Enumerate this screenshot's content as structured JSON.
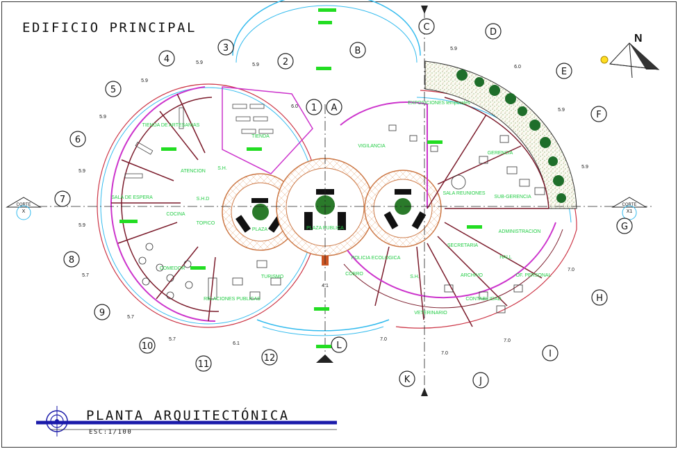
{
  "title": "EDIFICIO PRINCIPAL",
  "plan_title": "PLANTA ARQUITECTÓNICA",
  "scale": "ESC:1/100",
  "north": "N",
  "cortes": [
    {
      "label": "CORTE",
      "id": "X"
    },
    {
      "label": "CORTE",
      "id": "X1"
    }
  ],
  "axes": [
    "1",
    "2",
    "3",
    "4",
    "5",
    "6",
    "7",
    "8",
    "9",
    "10",
    "11",
    "12",
    "A",
    "B",
    "C",
    "D",
    "E",
    "F",
    "G",
    "H",
    "I",
    "J",
    "K",
    "L"
  ],
  "dimensions": [
    "5.9",
    "5.9",
    "5.9",
    "6.0",
    "5.9",
    "5.9",
    "5.9",
    "5.7",
    "5.7",
    "5.7",
    "6.1",
    "7.0",
    "7.0",
    "7.0",
    "7.0",
    "4.1",
    "5.9",
    "6.0",
    "5.9",
    "5.9"
  ],
  "rooms": [
    {
      "label": "TIENDA DE ARTESANIAS"
    },
    {
      "label": "TIENDA"
    },
    {
      "label": "ATENCION"
    },
    {
      "label": "S.H."
    },
    {
      "label": "S.H.D"
    },
    {
      "label": "TOPICO"
    },
    {
      "label": "COCINA"
    },
    {
      "label": "COMEDOR"
    },
    {
      "label": "SALA DE ESPERA"
    },
    {
      "label": "PLAZA"
    },
    {
      "label": "PLAZA PUBLICA"
    },
    {
      "label": "TURISMO"
    },
    {
      "label": "RELACIONES PUBLICAS"
    },
    {
      "label": "EXPOSICIONES temporales"
    },
    {
      "label": "VIGILANCIA"
    },
    {
      "label": "SALA REUNIONES"
    },
    {
      "label": "GERENCIA"
    },
    {
      "label": "SUB-GERENCIA"
    },
    {
      "label": "SECRETARIA"
    },
    {
      "label": "ADMINISTRACION"
    },
    {
      "label": "HALL"
    },
    {
      "label": "OF. PERSONAL"
    },
    {
      "label": "CONTABILIDAD"
    },
    {
      "label": "ARCHIVO"
    },
    {
      "label": "POLICIA ECOLOGICA"
    },
    {
      "label": "COBRO"
    },
    {
      "label": "VETERINARIO"
    },
    {
      "label": "S.H."
    }
  ],
  "colors": {
    "wall": "#7a1a2a",
    "wall_magenta": "#cc33cc",
    "axis": "#222222",
    "room_text": "#33dd33",
    "outline_red": "#cc3344",
    "outline_cyan": "#33bbee",
    "paving": "#cc7744",
    "garden": "#77aa44",
    "accent_blue": "#1a1aaa"
  },
  "icons": [
    "north-arrow-icon",
    "sun-icon",
    "section-mark-icon",
    "grid-bubble-icon",
    "tree-icon"
  ]
}
